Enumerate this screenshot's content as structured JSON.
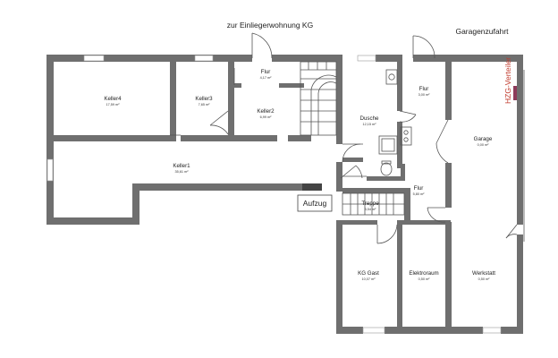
{
  "labels": {
    "top_entrance": "zur Einliegerwohnung KG",
    "garage_driveway": "Garagenzufahrt",
    "elevator": "Aufzug",
    "heating_distributor": "HZG-Verteiler"
  },
  "rooms": {
    "keller4": {
      "name": "Keller4",
      "area": "17,59 m²"
    },
    "keller3": {
      "name": "Keller3",
      "area": "7,65 m²"
    },
    "keller2": {
      "name": "Keller2",
      "area": "6,99 m²"
    },
    "flur_top": {
      "name": "Flur",
      "area": "4,17 m²"
    },
    "keller1": {
      "name": "Keller1",
      "area": "35,61 m²"
    },
    "dusche": {
      "name": "Dusche",
      "area": "12,15 m²"
    },
    "flur_right": {
      "name": "Flur",
      "area": "3,00 m²"
    },
    "garage": {
      "name": "Garage",
      "area": "0,00 m²"
    },
    "flur_mid": {
      "name": "Flur",
      "area": "5,80 m²"
    },
    "treppe": {
      "name": "Treppe",
      "area": "3,54 m²"
    },
    "kg_gast": {
      "name": "KG Gast",
      "area": "10,07 m²"
    },
    "elektroraum": {
      "name": "Elektroraum",
      "area": "0,50 m²"
    },
    "werkstatt": {
      "name": "Werkstatt",
      "area": "0,50 m²"
    }
  },
  "colors": {
    "wall": "#6f6f6f",
    "hzg_text": "#c0392b",
    "hzg_marker": "#8e3b5a"
  }
}
